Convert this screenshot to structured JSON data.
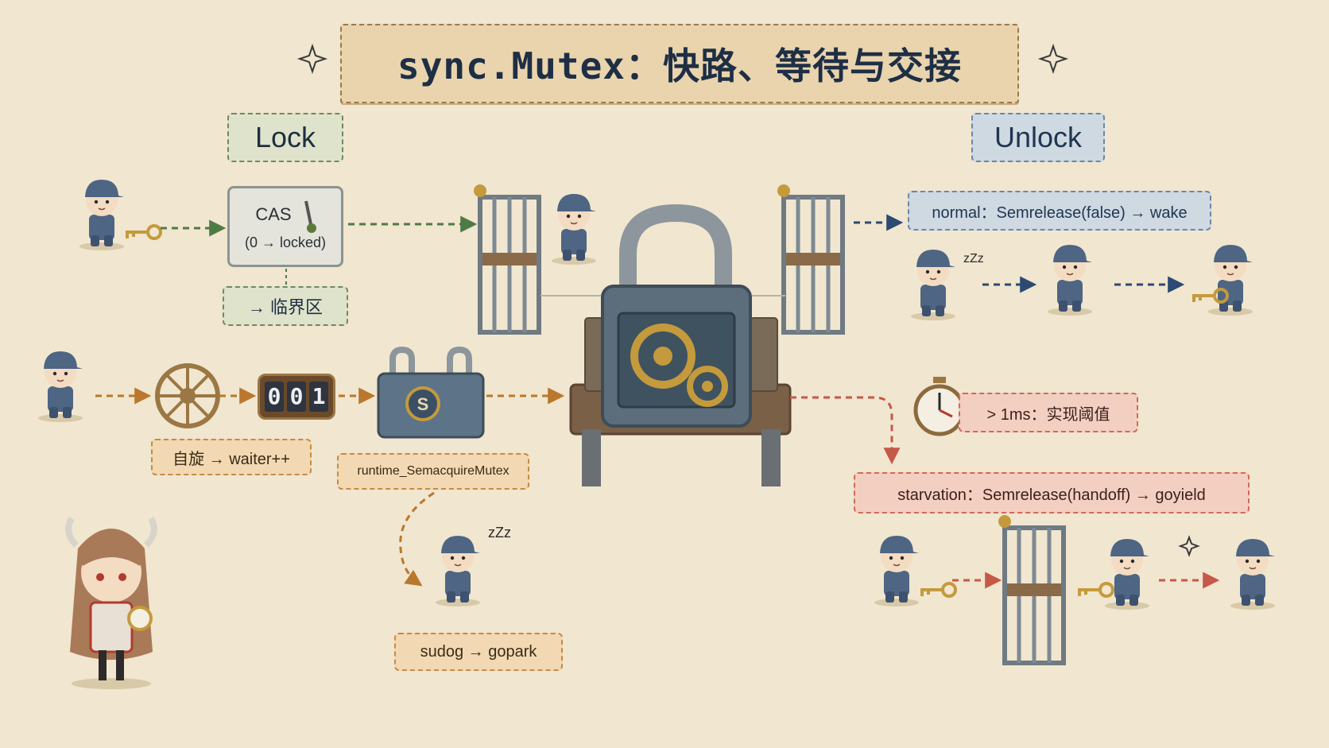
{
  "title": "sync.Mutex：快路、等待与交接",
  "lock_tag": "Lock",
  "unlock_tag": "Unlock",
  "cas": {
    "line1": "CAS",
    "line2": "(0 → locked)"
  },
  "critical_section": "→ 临界区",
  "counter_digits": [
    "0",
    "0",
    "1"
  ],
  "spin_label": "自旋 → waiter++",
  "semacquire_label": "runtime_SemacquireMutex",
  "sema_badge": "S",
  "sudog_label": "sudog → gopark",
  "normal_label": "normal：Semrelease(false) → wake",
  "threshold_label": "> 1ms：实现阈值",
  "starvation_label": "starvation：Semrelease(handoff) → goyield",
  "sleep_mark": "zZz",
  "colors": {
    "green_arrow": "#4e7a46",
    "orange_arrow": "#b9782e",
    "blue_arrow": "#2c4a72",
    "red_arrow": "#c65848",
    "gopher_blue": "#4e6583",
    "metal": "#7d8a93",
    "wood": "#7a6047",
    "brass": "#c49a3c"
  }
}
